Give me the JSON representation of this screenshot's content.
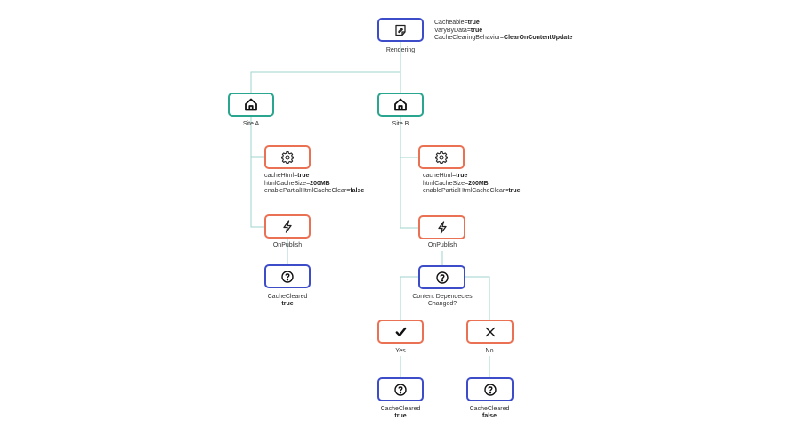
{
  "colors": {
    "connector": "#9fd6cc",
    "blue": "#3d4cc9",
    "green": "#2aa58f",
    "orange": "#ea7153"
  },
  "rendering": {
    "icon": "page-edit-icon",
    "label": "Rendering",
    "props": [
      {
        "key": "Cacheable=",
        "value": "true"
      },
      {
        "key": "VaryByData=",
        "value": "true"
      },
      {
        "key": "CacheClearingBehavior=",
        "value": "ClearOnContentUpdate"
      }
    ]
  },
  "site_a": {
    "icon": "house-icon",
    "label": "Site A",
    "settings_icon": "gear-icon",
    "settings": [
      {
        "key": "cacheHtml=",
        "value": "true"
      },
      {
        "key": "htmlCacheSize=",
        "value": "200MB"
      },
      {
        "key": "enablePartialHtmlCacheClear=",
        "value": "false"
      }
    ],
    "publish_icon": "lightning-icon",
    "publish_label": "OnPublish",
    "result_icon": "question-icon",
    "result_label": "CacheCleared",
    "result_value": "true"
  },
  "site_b": {
    "icon": "house-icon",
    "label": "Site B",
    "settings_icon": "gear-icon",
    "settings": [
      {
        "key": "cacheHtml=",
        "value": "true"
      },
      {
        "key": "htmlCacheSize=",
        "value": "200MB"
      },
      {
        "key": "enablePartialHtmlCacheClear=",
        "value": "true"
      }
    ],
    "publish_icon": "lightning-icon",
    "publish_label": "OnPublish",
    "decision_icon": "question-icon",
    "decision_label_line1": "Content Dependecies",
    "decision_label_line2": "Changed?",
    "yes": {
      "icon": "check-icon",
      "label": "Yes",
      "result_icon": "question-icon",
      "result_label": "CacheCleared",
      "result_value": "true"
    },
    "no": {
      "icon": "x-icon",
      "label": "No",
      "result_icon": "question-icon",
      "result_label": "CacheCleared",
      "result_value": "false"
    }
  }
}
